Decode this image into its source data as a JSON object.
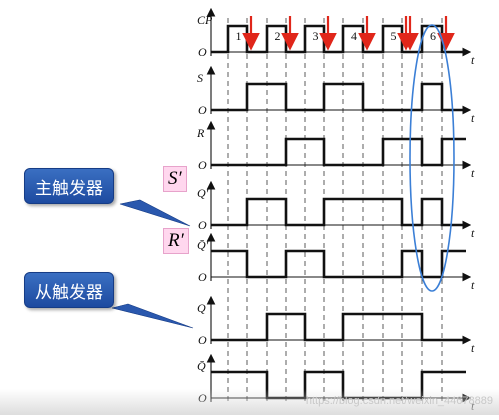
{
  "diagram": {
    "signals": [
      {
        "id": "cp",
        "label": "CP",
        "levels": [
          0,
          1,
          0,
          1,
          0,
          1,
          0,
          1,
          0,
          1,
          0,
          1,
          0
        ]
      },
      {
        "id": "s",
        "label": "S",
        "levels": [
          0,
          0,
          1,
          1,
          0,
          0,
          1,
          1,
          0,
          0,
          0,
          1,
          0
        ]
      },
      {
        "id": "r",
        "label": "R",
        "levels": [
          0,
          0,
          0,
          0,
          1,
          1,
          0,
          0,
          0,
          1,
          1,
          0,
          1
        ]
      },
      {
        "id": "qp",
        "label": "Q′",
        "levels": [
          0,
          0,
          1,
          1,
          0,
          0,
          1,
          1,
          1,
          1,
          0,
          1,
          0
        ]
      },
      {
        "id": "qpbar",
        "label": "Q̄′",
        "levels": [
          1,
          1,
          0,
          0,
          1,
          1,
          0,
          0,
          0,
          0,
          1,
          0,
          1
        ]
      },
      {
        "id": "q",
        "label": "Q",
        "levels": [
          0,
          0,
          0,
          1,
          1,
          0,
          0,
          1,
          1,
          1,
          1,
          0,
          0
        ]
      },
      {
        "id": "qbar",
        "label": "Q̄",
        "levels": [
          1,
          1,
          1,
          0,
          0,
          1,
          1,
          0,
          0,
          0,
          0,
          1,
          1
        ]
      }
    ],
    "pulse_numbers": [
      "1",
      "2",
      "3",
      "4",
      "5",
      "6"
    ],
    "axis_label": "t",
    "origin_label": "O",
    "accent_colors": {
      "arrow": "#e0261a",
      "ellipse": "#3b7fd6",
      "wave": "#111111"
    }
  },
  "annotations": {
    "master": "主触发器",
    "slave": "从触发器",
    "s_prime": "S′",
    "r_prime": "R′"
  },
  "watermark": "https://blog.csdn.net/weixin_44678889"
}
